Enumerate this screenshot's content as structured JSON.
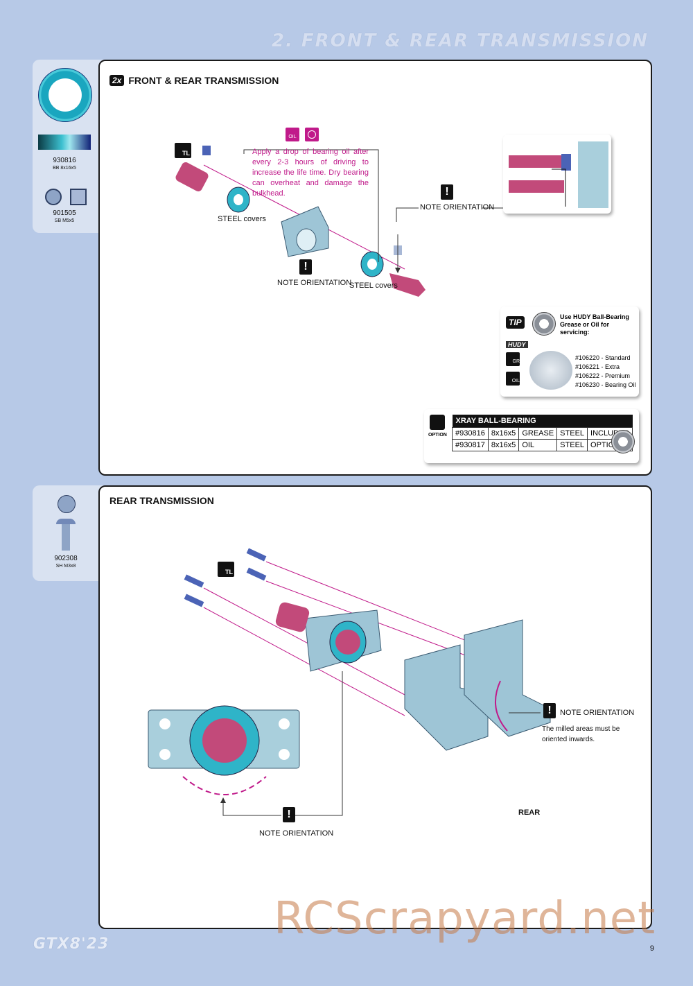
{
  "chapter_title": "2. FRONT & REAR TRANSMISSION",
  "page_number": "9",
  "footer_logo": "GTX8'23",
  "watermark": "RCScrapyard.net",
  "step1": {
    "badge": "2x",
    "title": "FRONT & REAR TRANSMISSION",
    "parts": [
      {
        "code": "930816",
        "desc": "BB 8x16x5"
      },
      {
        "code": "901505",
        "desc": "SB M5x5"
      }
    ],
    "oil_note": "Apply a drop of bearing oil after every 2-3 hours of driving to increase the life time. Dry bearing can overheat and damage the bulkhead.",
    "oil_icon": "OIL",
    "labels": {
      "steel_covers_1": "STEEL covers",
      "steel_covers_2": "STEEL covers",
      "note_orientation_1": "NOTE ORIENTATION",
      "note_orientation_2": "NOTE ORIENTATION",
      "tl": "TL"
    },
    "tip": {
      "tag": "TIP",
      "text": "Use HUDY Ball-Bearing Grease or Oil for servicing:",
      "brand": "HUDY",
      "icons": [
        "GR",
        "OIL"
      ],
      "items": [
        "#106220 - Standard",
        "#106221 - Extra",
        "#106222 - Premium",
        "#106230 - Bearing Oil"
      ]
    },
    "option": {
      "label": "OPTION",
      "table_title": "XRAY BALL-BEARING",
      "rows": [
        [
          "#930816",
          "8x16x5",
          "GREASE",
          "STEEL",
          "INCLUDED"
        ],
        [
          "#930817",
          "8x16x5",
          "OIL",
          "STEEL",
          "OPTION"
        ]
      ]
    }
  },
  "step2": {
    "title": "REAR TRANSMISSION",
    "parts": [
      {
        "code": "902308",
        "desc": "SH M3x8"
      }
    ],
    "labels": {
      "note_orientation_right": "NOTE ORIENTATION",
      "milled_note": "The milled areas must be oriented inwards.",
      "note_orientation_bottom": "NOTE ORIENTATION",
      "rear": "REAR",
      "tl": "TL"
    }
  },
  "colors": {
    "page_bg": "#b7c9e7",
    "part_pink": "#c24a7a",
    "part_blue": "#8fc0d4",
    "bearing_teal": "#2fb4c8",
    "accent_magenta": "#c01a8a"
  }
}
